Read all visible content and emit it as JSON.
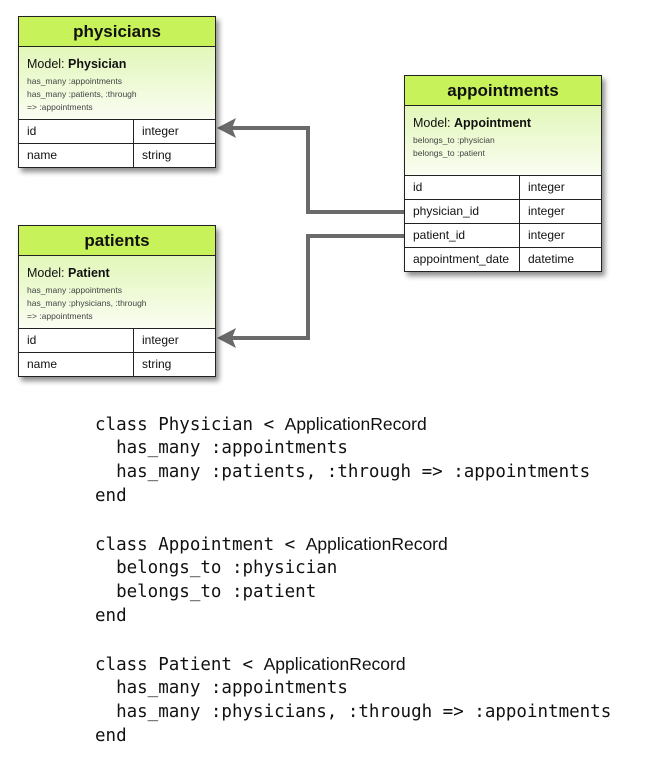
{
  "tables": {
    "physicians": {
      "title": "physicians",
      "model_label": "Model:",
      "model_name": "Physician",
      "associations": [
        "has_many :appointments",
        "has_many :patients, :through",
        "=> :appointments"
      ],
      "rows": [
        {
          "name": "id",
          "type": "integer"
        },
        {
          "name": "name",
          "type": "string"
        }
      ]
    },
    "patients": {
      "title": "patients",
      "model_label": "Model:",
      "model_name": "Patient",
      "associations": [
        "has_many :appointments",
        "has_many :physicians, :through",
        "=> :appointments"
      ],
      "rows": [
        {
          "name": "id",
          "type": "integer"
        },
        {
          "name": "name",
          "type": "string"
        }
      ]
    },
    "appointments": {
      "title": "appointments",
      "model_label": "Model:",
      "model_name": "Appointment",
      "associations": [
        "belongs_to :physician",
        "belongs_to :patient"
      ],
      "rows": [
        {
          "name": "id",
          "type": "integer"
        },
        {
          "name": "physician_id",
          "type": "integer"
        },
        {
          "name": "patient_id",
          "type": "integer"
        },
        {
          "name": "appointment_date",
          "type": "datetime"
        }
      ]
    }
  },
  "code": [
    {
      "pre": "class Physician < ",
      "base": "ApplicationRecord"
    },
    {
      "pre": "  has_many :appointments"
    },
    {
      "pre": "  has_many :patients, :through => :appointments"
    },
    {
      "pre": "end"
    },
    {
      "pre": ""
    },
    {
      "pre": "class Appointment < ",
      "base": "ApplicationRecord"
    },
    {
      "pre": "  belongs_to :physician"
    },
    {
      "pre": "  belongs_to :patient"
    },
    {
      "pre": "end"
    },
    {
      "pre": ""
    },
    {
      "pre": "class Patient < ",
      "base": "ApplicationRecord"
    },
    {
      "pre": "  has_many :appointments"
    },
    {
      "pre": "  has_many :physicians, :through => :appointments"
    },
    {
      "pre": "end"
    }
  ],
  "colors": {
    "header": "#c8f25a",
    "connector": "#6a6a6a"
  }
}
